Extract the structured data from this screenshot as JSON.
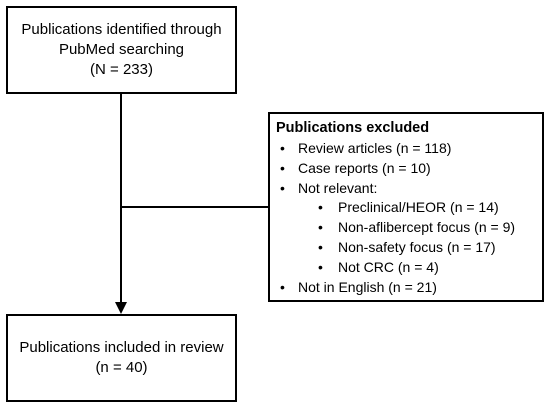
{
  "identified": {
    "line1": "Publications identified through",
    "line2": "PubMed searching",
    "count": "(N = 233)"
  },
  "excluded": {
    "title": "Publications excluded",
    "items": [
      "Review articles (n = 118)",
      "Case reports (n = 10)",
      "Not relevant:"
    ],
    "subitems": [
      "Preclinical/HEOR (n = 14)",
      "Non-aflibercept focus (n = 9)",
      "Non-safety focus (n = 17)",
      "Not CRC (n = 4)"
    ],
    "last_item": "Not in English  (n = 21)"
  },
  "included": {
    "line1": "Publications included in review",
    "count": "(n = 40)"
  }
}
